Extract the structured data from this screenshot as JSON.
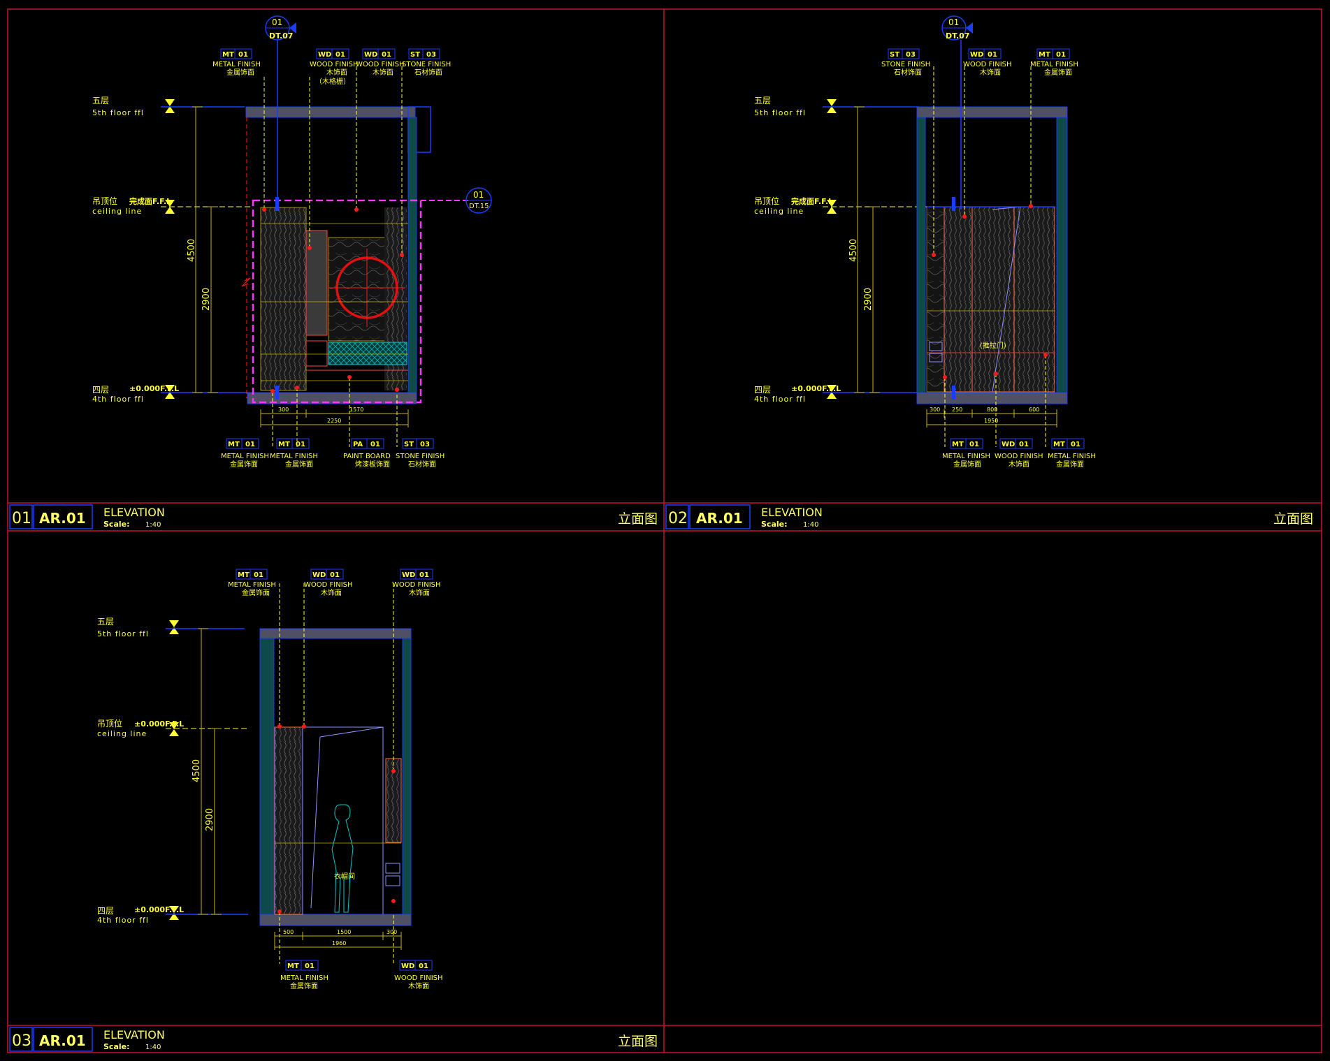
{
  "colors": {
    "border": "#c8102e",
    "title": "#ffff66",
    "lineBlue": "#1a3cff",
    "dim": "#c8b400",
    "leader": "#ffff33",
    "pink": "#ff33ff",
    "red": "#ff1a1a",
    "cyan": "#00c8c8",
    "wall": "#505064",
    "wood": "#2a2a2a"
  },
  "levels": {
    "f5_cn": "五层",
    "f5_en": "5th floor ffl",
    "ceil_cn": "吊顶位",
    "ceil_en": "ceiling line",
    "ceil_val1": "完成面F.F.L",
    "ceil_val3": "±0.000F.F.L",
    "f4_cn": "四层",
    "f4_en": "4th floor ffl",
    "f4_val": "±0.000F.F.L"
  },
  "dims": {
    "total": "4500",
    "ceil": "2900"
  },
  "panels": [
    {
      "number": "01",
      "sheet": "AR.01",
      "title": "ELEVATION",
      "scale_label": "Scale:",
      "scale_value": "1:40",
      "cn": "立面图",
      "callout_num": "01",
      "callout_ref": "DT.07",
      "section_num": "01",
      "section_ref": "DT.15",
      "top_tags": [
        {
          "code": "MT",
          "num": "01",
          "en": "METAL FINISH",
          "cn": "金属饰面",
          "extra": ""
        },
        {
          "code": "WD",
          "num": "01",
          "en": "WOOD FINISH",
          "cn": "木饰面",
          "extra": "（木格栅）"
        },
        {
          "code": "WD",
          "num": "01",
          "en": "WOOD FINISH",
          "cn": "木饰面",
          "extra": ""
        },
        {
          "code": "ST",
          "num": "03",
          "en": "STONE FINISH",
          "cn": "石材饰面",
          "extra": ""
        }
      ],
      "bottom_tags": [
        {
          "code": "MT",
          "num": "01",
          "en": "METAL FINISH",
          "cn": "金属饰面"
        },
        {
          "code": "MT",
          "num": "01",
          "en": "METAL FINISH",
          "cn": "金属饰面"
        },
        {
          "code": "PA",
          "num": "01",
          "en": "PAINT BOARD",
          "cn": "烤漆板饰面"
        },
        {
          "code": "ST",
          "num": "03",
          "en": "STONE FINISH",
          "cn": "石材饰面"
        }
      ],
      "dims_bottom": [
        "300",
        "1570",
        "2250"
      ]
    },
    {
      "number": "02",
      "sheet": "AR.01",
      "title": "ELEVATION",
      "scale_label": "Scale:",
      "scale_value": "1:40",
      "cn": "立面图",
      "callout_num": "01",
      "callout_ref": "DT.07",
      "top_tags": [
        {
          "code": "ST",
          "num": "03",
          "en": "STONE FINISH",
          "cn": "石材饰面",
          "extra": ""
        },
        {
          "code": "WD",
          "num": "01",
          "en": "WOOD FINISH",
          "cn": "木饰面",
          "extra": ""
        },
        {
          "code": "MT",
          "num": "01",
          "en": "METAL FINISH",
          "cn": "金属饰面",
          "extra": ""
        }
      ],
      "bottom_tags": [
        {
          "code": "MT",
          "num": "01",
          "en": "METAL FINISH",
          "cn": "金属饰面"
        },
        {
          "code": "WD",
          "num": "01",
          "en": "WOOD FINISH",
          "cn": "木饰面"
        },
        {
          "code": "MT",
          "num": "01",
          "en": "METAL FINISH",
          "cn": "金属饰面"
        }
      ],
      "dims_bottom": [
        "300",
        "250",
        "800",
        "600",
        "1950"
      ],
      "note": "(推拉门)"
    },
    {
      "number": "03",
      "sheet": "AR.01",
      "title": "ELEVATION",
      "scale_label": "Scale:",
      "scale_value": "1:40",
      "cn": "立面图",
      "top_tags": [
        {
          "code": "MT",
          "num": "01",
          "en": "METAL FINISH",
          "cn": "金属饰面",
          "extra": ""
        },
        {
          "code": "WD",
          "num": "01",
          "en": "WOOD FINISH",
          "cn": "木饰面",
          "extra": ""
        },
        {
          "code": "WD",
          "num": "01",
          "en": "WOOD FINISH",
          "cn": "木饰面",
          "extra": ""
        }
      ],
      "bottom_tags": [
        {
          "code": "MT",
          "num": "01",
          "en": "METAL FINISH",
          "cn": "金属饰面"
        },
        {
          "code": "WD",
          "num": "01",
          "en": "WOOD FINISH",
          "cn": "木饰面"
        }
      ],
      "dims_bottom": [
        "500",
        "1500",
        "300",
        "1960"
      ],
      "note": "衣帽间"
    }
  ]
}
